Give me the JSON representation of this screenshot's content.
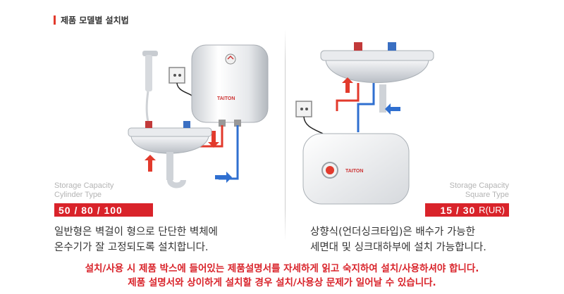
{
  "header": {
    "title": "제품 모델별 설치법"
  },
  "left": {
    "caption_line1": "Storage Capacity",
    "caption_line2": "Cylinder Type",
    "capacity": "50 / 80 / 100",
    "brand": "TAITON",
    "desc_line1": "일반형은 벽걸이 형으로 단단한 벽체에",
    "desc_line2": "온수기가 잘 고정되도록 설치합니다."
  },
  "right": {
    "caption_line1": "Storage Capacity",
    "caption_line2": "Square Type",
    "capacity": "15 / 30",
    "capacity_suffix": "R(UR)",
    "brand": "TAITON",
    "desc_line1": "상향식(언더싱크타입)은 배수가 가능한",
    "desc_line2": "세면대 및 싱크대하부에 설치 가능합니다."
  },
  "notice": {
    "line1": "설치/사용 시 제품 박스에 들어있는 제품설명서를 자세하게 읽고 숙지하여 설치/사용하셔야 합니다.",
    "line2": "제품 설명서와 상이하게 설치할 경우 설치/사용상 문제가 일어날 수 있습니다."
  },
  "colors": {
    "accent": "#d9232a",
    "hot": "#e23a2c",
    "cold": "#2f6fd0"
  }
}
